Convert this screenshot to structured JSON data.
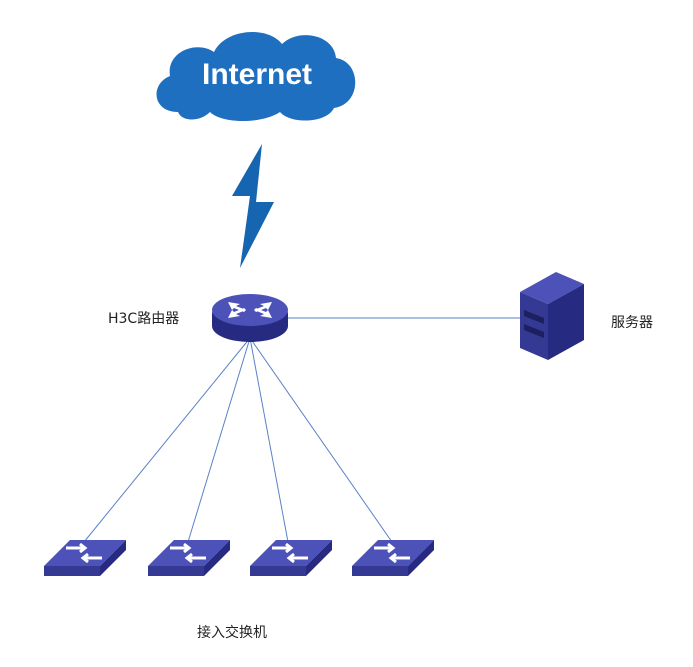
{
  "cloud": {
    "label": "Internet"
  },
  "router": {
    "label": "H3C路由器"
  },
  "server": {
    "label": "服务器"
  },
  "switches": {
    "label": "接入交换机",
    "count": 4
  },
  "colors": {
    "device_top": "#4d52b8",
    "device_side": "#262a80",
    "device_front": "#343994",
    "cloud": "#1f6fc1",
    "lightning": "#1565b0",
    "link_line": "#5a82c8"
  },
  "icons": [
    "cloud-icon",
    "lightning-icon",
    "router-icon",
    "server-icon",
    "switch-icon"
  ]
}
